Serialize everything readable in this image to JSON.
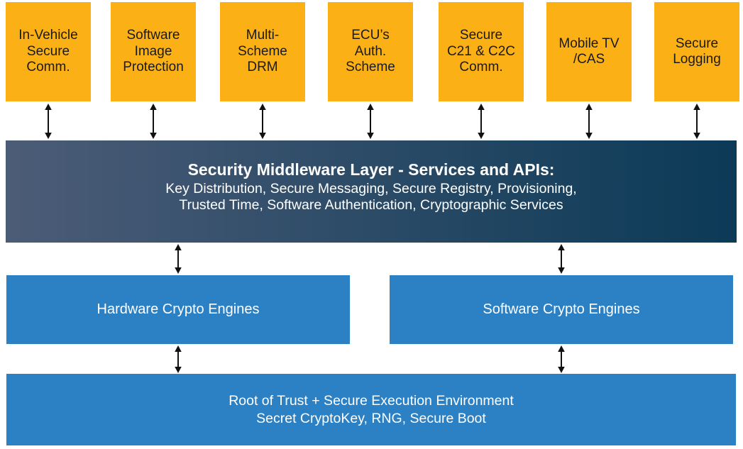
{
  "diagram": {
    "apps": [
      {
        "label": "In-Vehicle\nSecure\nComm."
      },
      {
        "label": "Software\nImage\nProtection"
      },
      {
        "label": "Multi-\nScheme\nDRM"
      },
      {
        "label": "ECU’s\nAuth.\nScheme"
      },
      {
        "label": "Secure\nC21 & C2C\nComm."
      },
      {
        "label": "Mobile TV\n/CAS"
      },
      {
        "label": "Secure\nLogging"
      }
    ],
    "middleware": {
      "title": "Security Middleware Layer - Services and APIs:",
      "subtitle": "Key Distribution, Secure Messaging, Secure Registry, Provisioning,\nTrusted Time, Software Authentication, Cryptographic Services"
    },
    "engines": [
      {
        "label": "Hardware Crypto Engines"
      },
      {
        "label": "Software Crypto Engines"
      }
    ],
    "foundation": {
      "label": "Root of Trust + Secure Execution Environment\nSecret CryptoKey, RNG, Secure Boot"
    },
    "colors": {
      "app_box": "#FBB116",
      "app_text": "#1A1A1A",
      "engine_box": "#2C80C4",
      "middleware_gradient_left": "#4C5C77",
      "middleware_gradient_right": "#0B3A57",
      "light_text": "#FFFFFF",
      "arrow": "#111111"
    }
  }
}
